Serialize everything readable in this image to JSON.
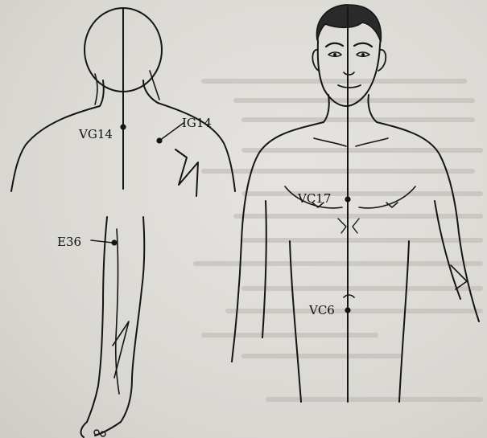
{
  "illustration": {
    "back_view": {
      "points": {
        "vg14": "VG14",
        "ig14": "IG14",
        "e36": "E36"
      }
    },
    "front_view": {
      "points": {
        "vc17": "VC17",
        "vc6": "VC6"
      }
    }
  },
  "colors": {
    "ink": "#151515",
    "paper": "#dedcd8"
  }
}
